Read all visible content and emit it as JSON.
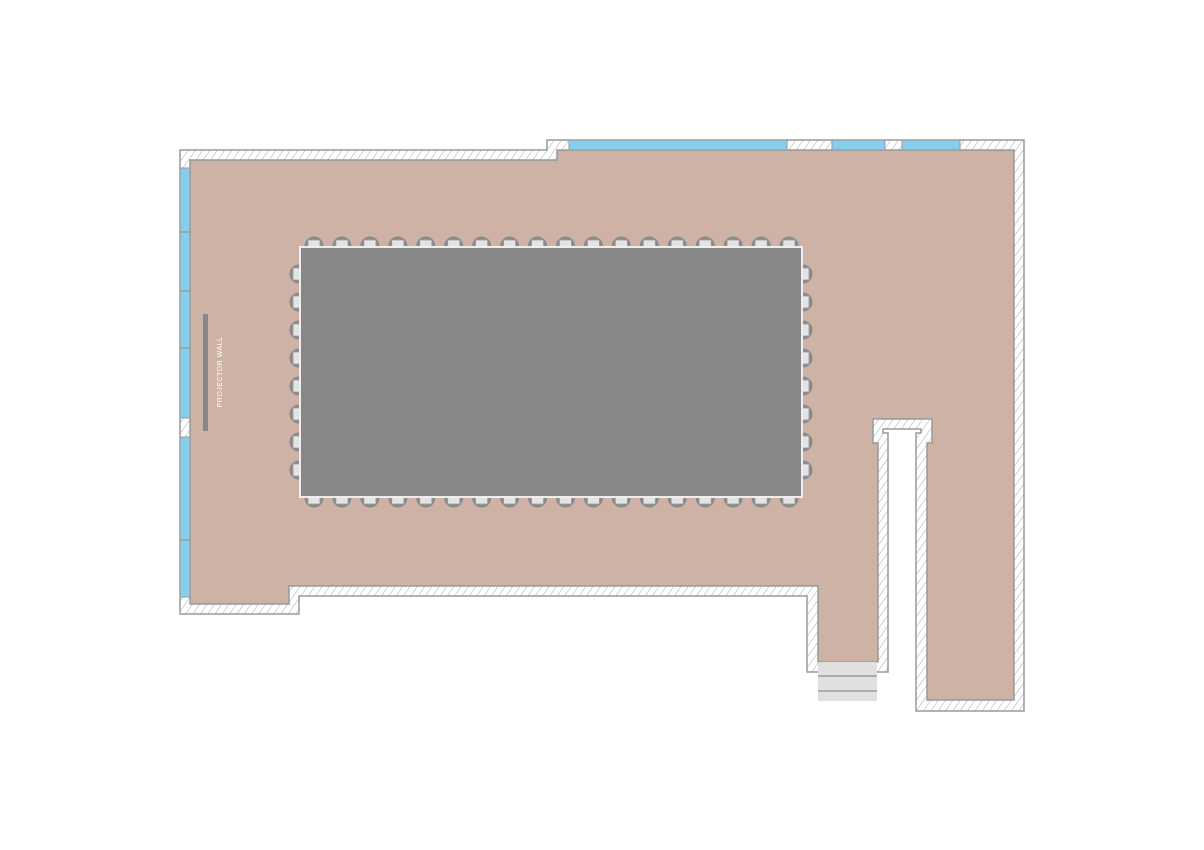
{
  "labels": {
    "projector_wall": "PROJECTOR WALL"
  },
  "seating": {
    "top_chairs": 18,
    "bottom_chairs": 18,
    "left_chairs": 8,
    "right_chairs": 8
  },
  "colors": {
    "floor": "#CDB2A5",
    "wall": "#9A9A9A",
    "window": "#87CEEB",
    "table": "#878787",
    "chair": "#E4E4E4",
    "stairs": "#E0E0E0"
  }
}
